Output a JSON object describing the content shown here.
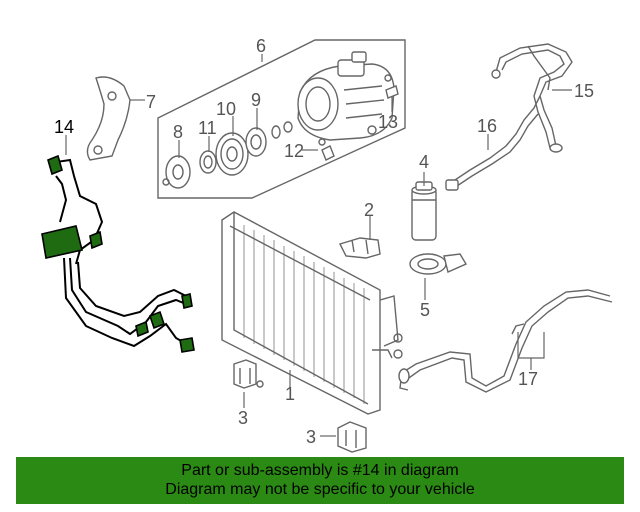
{
  "callouts": {
    "c1": "1",
    "c2": "2",
    "c3a": "3",
    "c3b": "3",
    "c4": "4",
    "c5": "5",
    "c6": "6",
    "c7": "7",
    "c8": "8",
    "c9": "9",
    "c10": "10",
    "c11": "11",
    "c12": "12",
    "c13": "13",
    "c14": "14",
    "c15": "15",
    "c16": "16",
    "c17": "17"
  },
  "highlight": {
    "part": "14",
    "color": "#1f6b12"
  },
  "banner": {
    "line1": "Part or sub-assembly is #14 in diagram",
    "line2": "Diagram may not be specific to your vehicle",
    "color": "#2a8a13"
  }
}
